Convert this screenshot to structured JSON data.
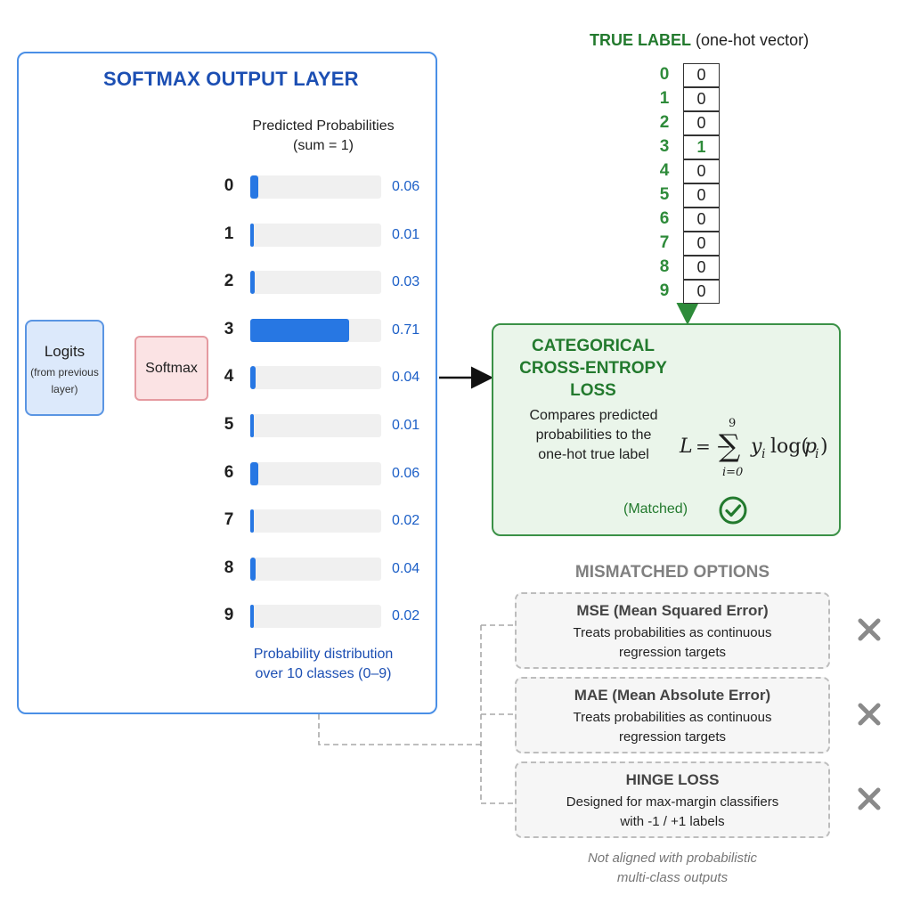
{
  "softmax_panel": {
    "title": "SOFTMAX OUTPUT LAYER",
    "predicted_title": "Predicted Probabilities",
    "predicted_subtitle": "(sum = 1)",
    "classes": [
      {
        "label": "0",
        "value": "0.06",
        "p": 0.06
      },
      {
        "label": "1",
        "value": "0.01",
        "p": 0.01
      },
      {
        "label": "2",
        "value": "0.03",
        "p": 0.03
      },
      {
        "label": "3",
        "value": "0.71",
        "p": 0.71
      },
      {
        "label": "4",
        "value": "0.04",
        "p": 0.04
      },
      {
        "label": "5",
        "value": "0.01",
        "p": 0.01
      },
      {
        "label": "6",
        "value": "0.06",
        "p": 0.06
      },
      {
        "label": "7",
        "value": "0.02",
        "p": 0.02
      },
      {
        "label": "8",
        "value": "0.04",
        "p": 0.04
      },
      {
        "label": "9",
        "value": "0.02",
        "p": 0.02
      }
    ],
    "distribution_line1": "Probability distribution",
    "distribution_line2": "over 10 classes (0–9)"
  },
  "logits": {
    "title": "Logits",
    "subtitle": "(from previous layer)"
  },
  "softmax_node": {
    "label": "Softmax"
  },
  "true_label": {
    "title": "TRUE LABEL",
    "subtitle": "(one-hot vector)",
    "indices": [
      "0",
      "1",
      "2",
      "3",
      "4",
      "5",
      "6",
      "7",
      "8",
      "9"
    ],
    "values": [
      "0",
      "0",
      "0",
      "1",
      "0",
      "0",
      "0",
      "0",
      "0",
      "0"
    ]
  },
  "loss": {
    "title_line1": "CATEGORICAL",
    "title_line2": "CROSS-ENTROPY",
    "title_line3": "LOSS",
    "desc_line1": "Compares predicted",
    "desc_line2": "probabilities to the",
    "desc_line3": "one-hot true label",
    "formula": {
      "lhs": "L",
      "eq": "= −",
      "upper": "9",
      "lower": "i=0",
      "y": "y",
      "sub_i": "i",
      "log": "log(",
      "p": "p",
      "close": ")"
    },
    "matched_label": "(Matched)"
  },
  "mismatched": {
    "title": "MISMATCHED OPTIONS",
    "options": [
      {
        "name": "MSE (Mean Squared Error)",
        "desc_line1": "Treats probabilities as continuous",
        "desc_line2": "regression targets"
      },
      {
        "name": "MAE (Mean Absolute Error)",
        "desc_line1": "Treats probabilities as continuous",
        "desc_line2": "regression targets"
      },
      {
        "name": "HINGE LOSS",
        "desc_line1": "Designed for max-margin classifiers",
        "desc_line2": "with -1 / +1 labels"
      }
    ],
    "footer_line1": "Not aligned with probabilistic",
    "footer_line2": "multi-class outputs"
  },
  "colors": {
    "blue_accent": "#2777e3",
    "green_accent": "#237a2e",
    "gray_text": "#808080",
    "x_mark": "#8a8a8a"
  }
}
